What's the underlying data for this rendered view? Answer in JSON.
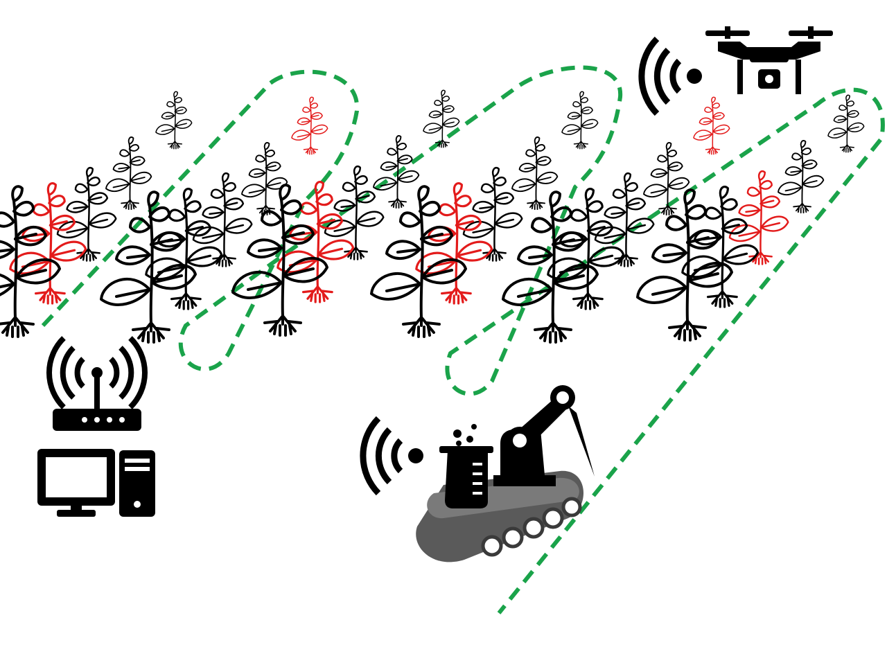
{
  "colors": {
    "background": "#ffffff",
    "healthy_plant": "#000000",
    "diseased_plant": "#e31b1b",
    "path": "#1aa34a",
    "robot_body": "#5a5a5a",
    "icon": "#000000"
  },
  "icons": {
    "drone": "drone-icon",
    "robot": "field-robot-icon",
    "router": "wifi-router-icon",
    "computer": "desktop-computer-icon",
    "plant_healthy": "healthy-plant-icon",
    "plant_diseased": "diseased-plant-icon"
  },
  "plants": {
    "rows": 6,
    "plants_per_row": 5,
    "diseased": [
      {
        "row": 1,
        "position": 2
      },
      {
        "row": 2,
        "position": 5
      },
      {
        "row": 3,
        "position": 2
      },
      {
        "row": 4,
        "position": 2
      },
      {
        "row": 5,
        "position": 5
      },
      {
        "row": 6,
        "position": 3
      }
    ]
  }
}
